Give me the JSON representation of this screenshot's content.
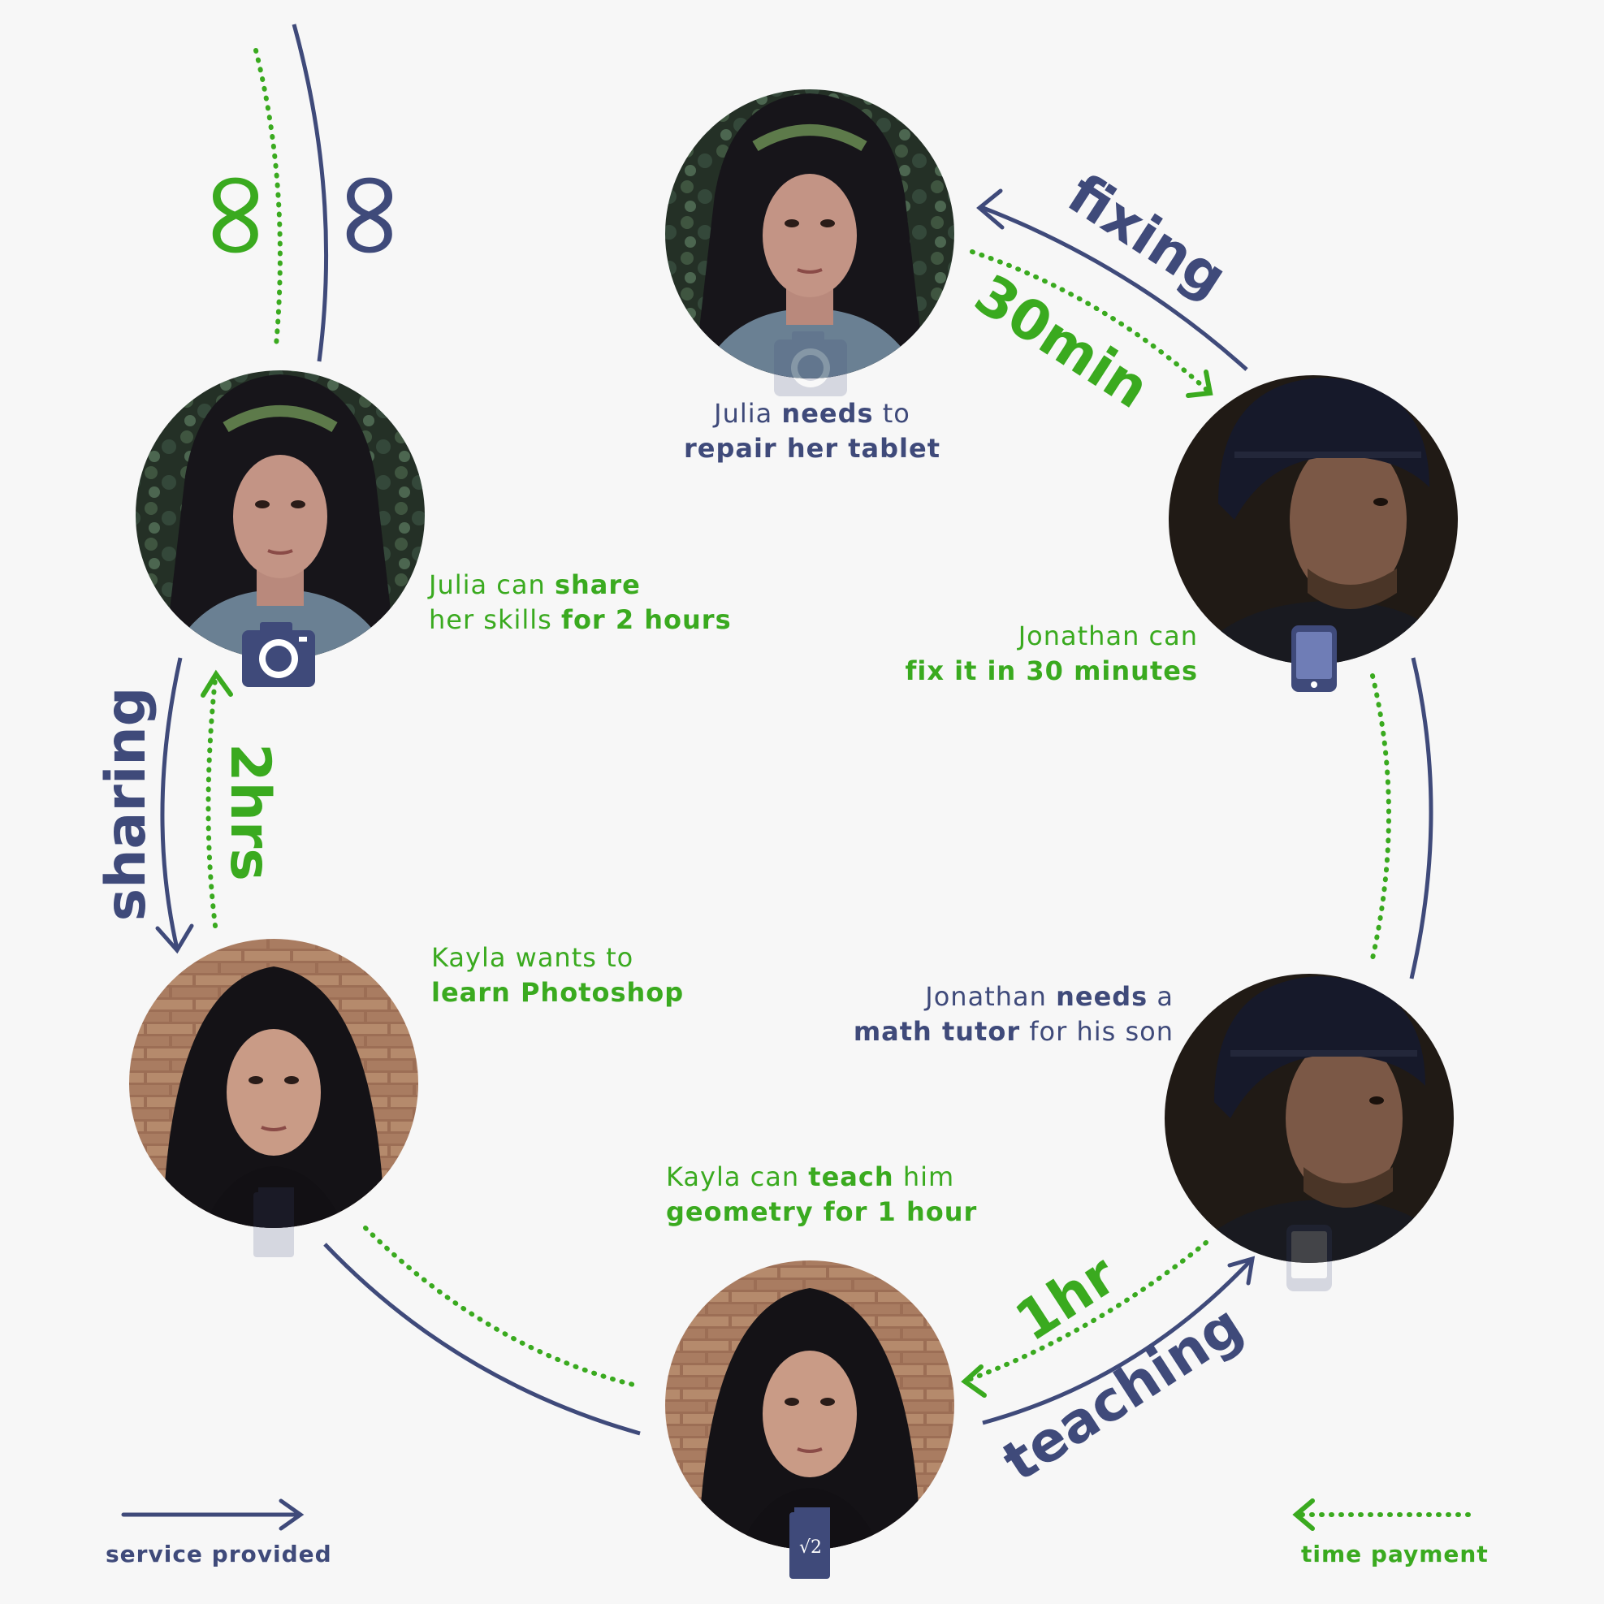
{
  "people": {
    "julia": {
      "name": "Julia"
    },
    "jonathan": {
      "name": "Jonathan"
    },
    "kayla": {
      "name": "Kayla"
    }
  },
  "captions": {
    "julia_need": {
      "l1a": "Julia ",
      "l1b": "needs",
      "l1c": " to",
      "l2": "repair her tablet"
    },
    "julia_share": {
      "l1a": "Julia can ",
      "l1b": "share",
      "l2a": "her skills ",
      "l2b": "for 2 hours"
    },
    "jonathan_fix": {
      "l1": "Jonathan can",
      "l2": "fix it in 30 minutes"
    },
    "jonathan_need": {
      "l1a": "Jonathan ",
      "l1b": "needs",
      "l1c": " a",
      "l2a": "math tutor",
      "l2b": " for his son"
    },
    "kayla_want": {
      "l1": "Kayla wants to",
      "l2": "learn Photoshop"
    },
    "kayla_teach": {
      "l1a": "Kayla can ",
      "l1b": "teach",
      "l1c": " him",
      "l2": "geometry for 1 hour"
    }
  },
  "arc_labels": {
    "fixing": "fixing",
    "min30": "30min",
    "sharing": "sharing",
    "hrs2": "2hrs",
    "teaching": "teaching",
    "hr1": "1hr",
    "infinity_green": "∞",
    "infinity_navy": "∞"
  },
  "legend": {
    "service": "service provided",
    "time": "time payment"
  },
  "icons": {
    "julia_skill": "camera-icon",
    "jonathan_skill": "tablet-icon",
    "kayla_skill": "math-book-icon"
  },
  "colors": {
    "navy": "#3f4a7a",
    "green": "#3aaa1f",
    "background": "#f7f7f7"
  }
}
